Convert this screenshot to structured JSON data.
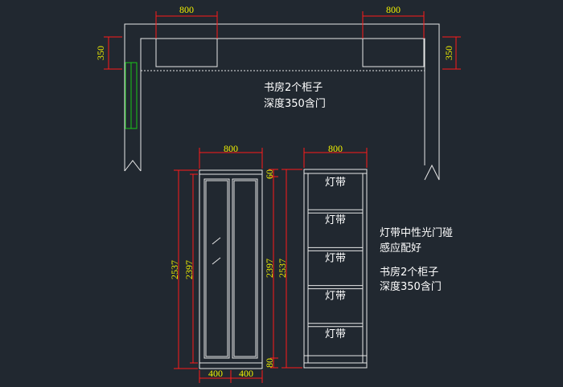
{
  "plan": {
    "dims": {
      "top_left": "800",
      "top_right": "800",
      "left_height": "350",
      "right_height": "350"
    },
    "note_line1": "书房2个柜子",
    "note_line2": "深度350含门"
  },
  "door_elevation": {
    "width": "800",
    "height_total": "2537",
    "height_inner": "2397",
    "panel_left": "400",
    "panel_right": "400"
  },
  "shelf_elevation": {
    "width": "800",
    "top": "60",
    "height_inner": "2397",
    "height_total": "2537",
    "bottom": "80",
    "light_label": "灯带",
    "light_count": 5
  },
  "notes": {
    "line1": "灯带中性光门碰",
    "line2": "感应配好",
    "line3": "书房2个柜子",
    "line4": "深度350含门"
  },
  "colors": {
    "background": "#212830",
    "line": "#e8e8e8",
    "dimension": "#ff1a1a",
    "dimension_text": "#f2f200",
    "highlight": "#19c819"
  }
}
